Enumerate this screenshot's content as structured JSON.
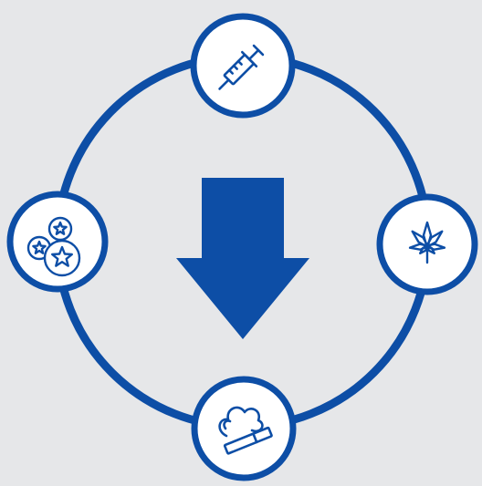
{
  "colors": {
    "background": "#e6e7e9",
    "ring": "#0d4ea6",
    "node_fill": "#ffffff",
    "icon": "#0d4ea6"
  },
  "diagram": {
    "center": {
      "icon": "arrow-down-icon"
    },
    "nodes": [
      {
        "id": "top",
        "icon": "syringe-icon"
      },
      {
        "id": "right",
        "icon": "cannabis-leaf-icon"
      },
      {
        "id": "bottom",
        "icon": "cigarette-smoke-icon"
      },
      {
        "id": "left",
        "icon": "pills-star-icon"
      }
    ]
  }
}
